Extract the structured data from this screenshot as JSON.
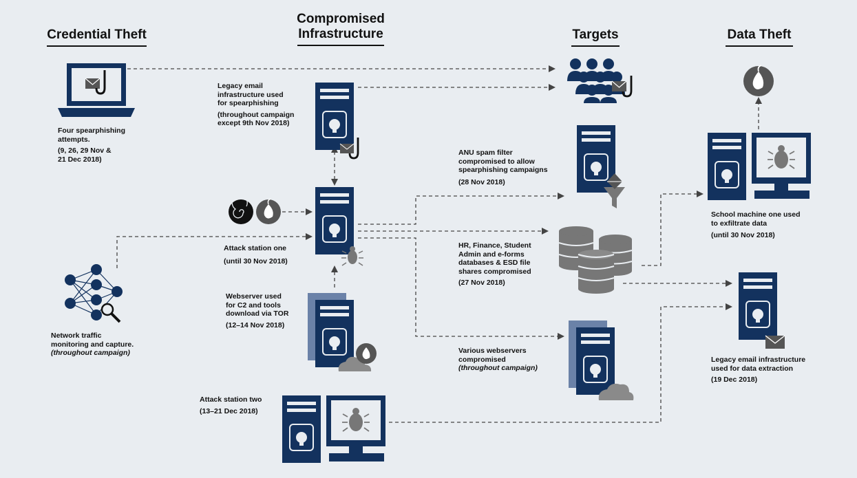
{
  "colors": {
    "background": "#e9edf1",
    "navy": "#13325e",
    "grey": "#8a8a8a",
    "ink": "#111111"
  },
  "headers": {
    "credential_theft": "Credential Theft",
    "compromised_infrastructure": "Compromised Infrastructure",
    "targets": "Targets",
    "data_theft": "Data Theft"
  },
  "labels": {
    "spearphishing": {
      "line1": "Four spearphishing",
      "line2": "attempts.",
      "line3": "(9, 26, 29 Nov &",
      "line4": "21 Dec 2018)"
    },
    "network": {
      "line1": "Network traffic",
      "line2": "monitoring and capture.",
      "line3": "(throughout campaign)"
    },
    "legacy_email_spear": {
      "line1": "Legacy email",
      "line2": "infrastructure used",
      "line3": "for spearphishing",
      "line4": "(throughout campaign",
      "line5": "except 9th Nov 2018)"
    },
    "attack_one": {
      "line1": "Attack station one",
      "line2": "(until 30 Nov 2018)"
    },
    "webserver_c2": {
      "line1": "Webserver used",
      "line2": "for C2 and tools",
      "line3": "download via TOR",
      "line4": "(12–14 Nov 2018)"
    },
    "attack_two": {
      "line1": "Attack station two",
      "line2": "(13–21 Dec 2018)"
    },
    "spam_filter": {
      "line1": "ANU spam filter",
      "line2": "compromised to allow",
      "line3": "spearphishing campaigns",
      "line4": "(28 Nov 2018)"
    },
    "databases": {
      "line1": "HR, Finance, Student",
      "line2": "Admin and e-forms",
      "line3": "databases & ESD file",
      "line4": "shares compromised",
      "line5": "(27 Nov 2018)"
    },
    "webservers": {
      "line1": "Various webservers",
      "line2": "compromised",
      "line3": "(throughout campaign)"
    },
    "school_machine": {
      "line1": "School machine one used",
      "line2": "to exfiltrate data",
      "line3": "(until 30 Nov 2018)"
    },
    "legacy_email_extract": {
      "line1": "Legacy email infrastructure",
      "line2": "used for data extraction",
      "line3": "(19 Dec 2018)"
    }
  },
  "icons": [
    "laptop-phishing-icon",
    "server-tower-icon",
    "users-group-icon",
    "tor-onion-icon",
    "spiral-malware-icon",
    "neural-network-icon",
    "magnifier-icon",
    "bug-icon",
    "email-icon",
    "fishing-hook-icon",
    "funnel-filter-icon",
    "database-icon",
    "cloud-icon",
    "monitor-icon"
  ]
}
